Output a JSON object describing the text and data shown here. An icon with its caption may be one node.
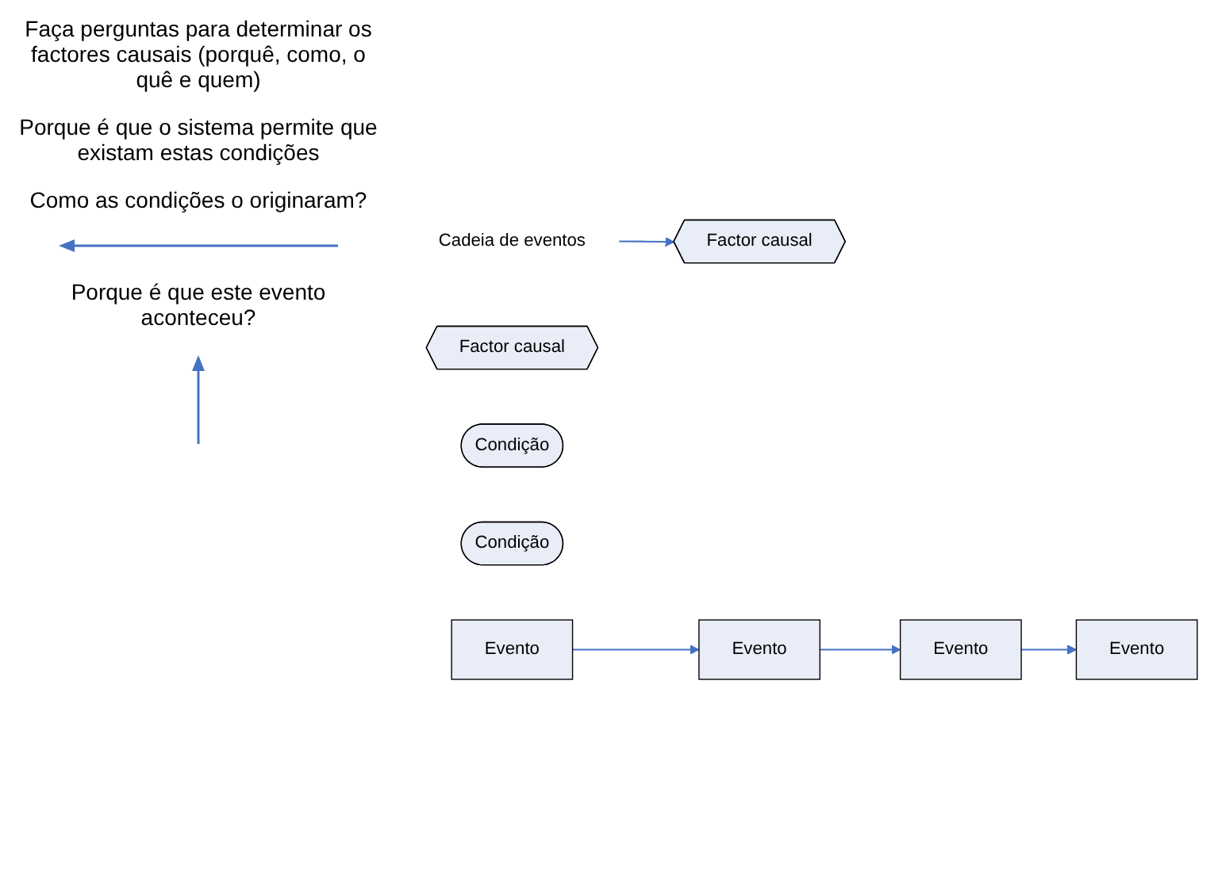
{
  "diagram": {
    "nodes": [
      {
        "text": [
          "Cadeia de eventos"
        ]
      },
      {
        "text": [
          "Factor causal"
        ]
      },
      {
        "text": [
          "Factor causal"
        ]
      },
      {
        "text": [
          "Condição"
        ]
      },
      {
        "text": [
          "Condição"
        ]
      },
      {
        "text": [
          "Evento"
        ]
      },
      {
        "text": [
          "Evento"
        ]
      },
      {
        "text": [
          "Evento"
        ]
      },
      {
        "text": [
          "Evento"
        ]
      }
    ],
    "edges": [
      {
        "from": 0,
        "to": 1,
        "arrow": "to"
      },
      {
        "from": 5,
        "to": 6,
        "arrow": "to"
      },
      {
        "from": 6,
        "to": 7,
        "arrow": "to"
      },
      {
        "from": 7,
        "to": 8,
        "arrow": "to"
      }
    ],
    "labels": [
      "Faça perguntas para determinar os factores causais (porquê, como, o quê e quem)",
      "Porque é que o sistema permite que existam estas condições",
      "Como as condições o originaram?",
      "Porque é que este evento aconteceu?"
    ]
  }
}
